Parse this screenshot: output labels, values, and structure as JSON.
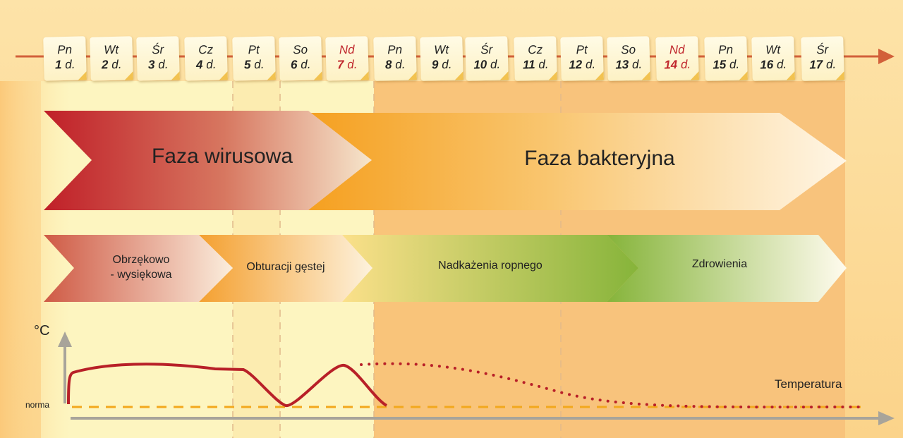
{
  "days": [
    {
      "name": "Pn",
      "num": "1",
      "unit": "d.",
      "holiday": false
    },
    {
      "name": "Wt",
      "num": "2",
      "unit": "d.",
      "holiday": false
    },
    {
      "name": "Śr",
      "num": "3",
      "unit": "d.",
      "holiday": false
    },
    {
      "name": "Cz",
      "num": "4",
      "unit": "d.",
      "holiday": false
    },
    {
      "name": "Pt",
      "num": "5",
      "unit": "d.",
      "holiday": false
    },
    {
      "name": "So",
      "num": "6",
      "unit": "d.",
      "holiday": false
    },
    {
      "name": "Nd",
      "num": "7",
      "unit": "d.",
      "holiday": true
    },
    {
      "name": "Pn",
      "num": "8",
      "unit": "d.",
      "holiday": false
    },
    {
      "name": "Wt",
      "num": "9",
      "unit": "d.",
      "holiday": false
    },
    {
      "name": "Śr",
      "num": "10",
      "unit": "d.",
      "holiday": false
    },
    {
      "name": "Cz",
      "num": "11",
      "unit": "d.",
      "holiday": false
    },
    {
      "name": "Pt",
      "num": "12",
      "unit": "d.",
      "holiday": false
    },
    {
      "name": "So",
      "num": "13",
      "unit": "d.",
      "holiday": false
    },
    {
      "name": "Nd",
      "num": "14",
      "unit": "d.",
      "holiday": true
    },
    {
      "name": "Pn",
      "num": "15",
      "unit": "d.",
      "holiday": false
    },
    {
      "name": "Wt",
      "num": "16",
      "unit": "d.",
      "holiday": false
    },
    {
      "name": "Śr",
      "num": "17",
      "unit": "d.",
      "holiday": false
    }
  ],
  "phases": {
    "viral": "Faza wirusowa",
    "bacterial": "Faza bakteryjna"
  },
  "stages": {
    "s1_line1": "Obrzękowo",
    "s1_line2": "- wysiękowa",
    "s2": "Obturacji gęstej",
    "s3": "Nadkażenia ropnego",
    "s4": "Zdrowienia"
  },
  "graph": {
    "unit": "°C",
    "norm_label": "norma",
    "series_label": "Temperatura"
  },
  "colors": {
    "red": "#c0272d",
    "orange": "#f5a623",
    "green": "#8ab83a",
    "norm": "#f2a81d"
  }
}
